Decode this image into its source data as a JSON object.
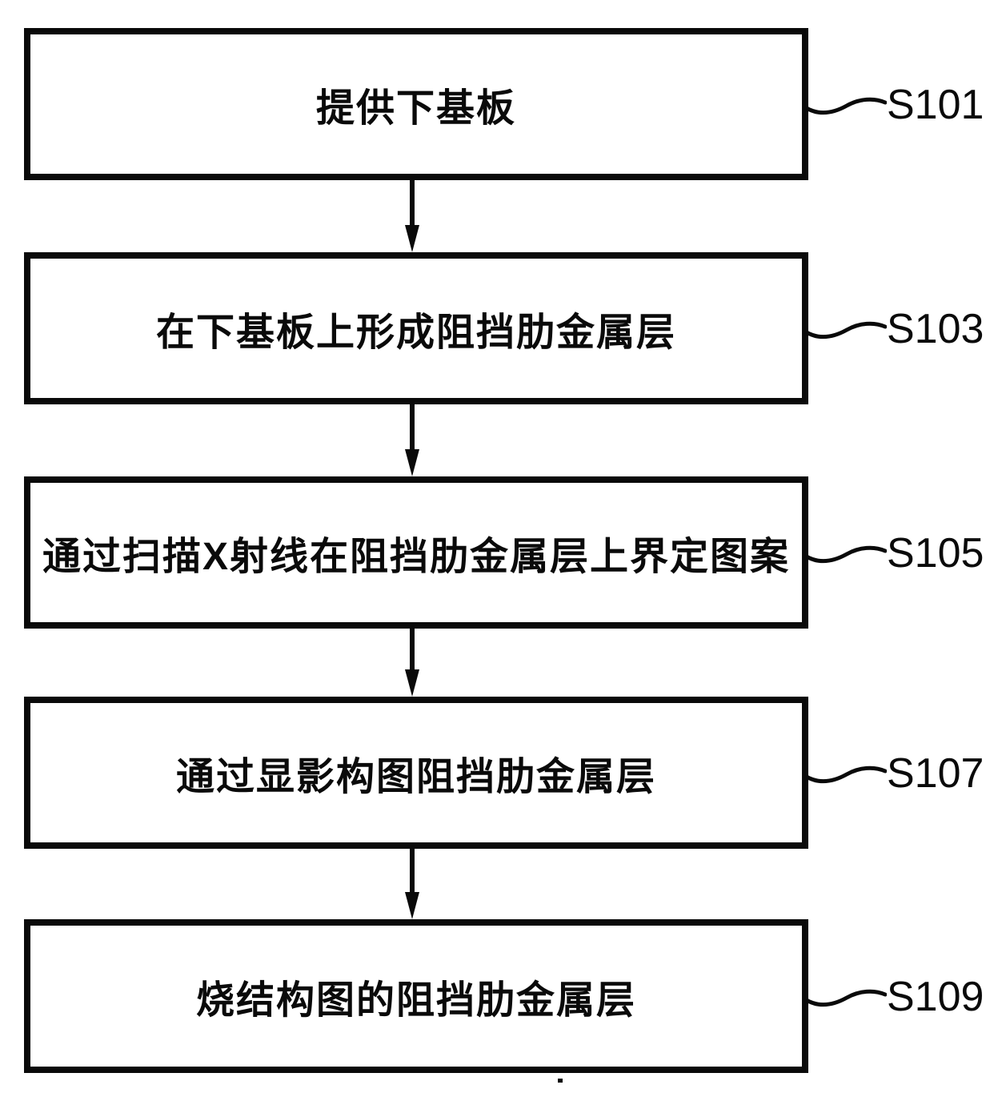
{
  "figure": {
    "type": "flowchart",
    "background_color": "#ffffff",
    "line_color": "#0a0a0a",
    "steps": [
      {
        "text": "提供下基板",
        "label": "S101"
      },
      {
        "text": "在下基板上形成阻挡肋金属层",
        "label": "S103"
      },
      {
        "text": "通过扫描X射线在阻挡肋金属层上界定图案",
        "label": "S105"
      },
      {
        "text": "通过显影构图阻挡肋金属层",
        "label": "S107"
      },
      {
        "text": "烧结构图的阻挡肋金属层",
        "label": "S109"
      }
    ]
  }
}
